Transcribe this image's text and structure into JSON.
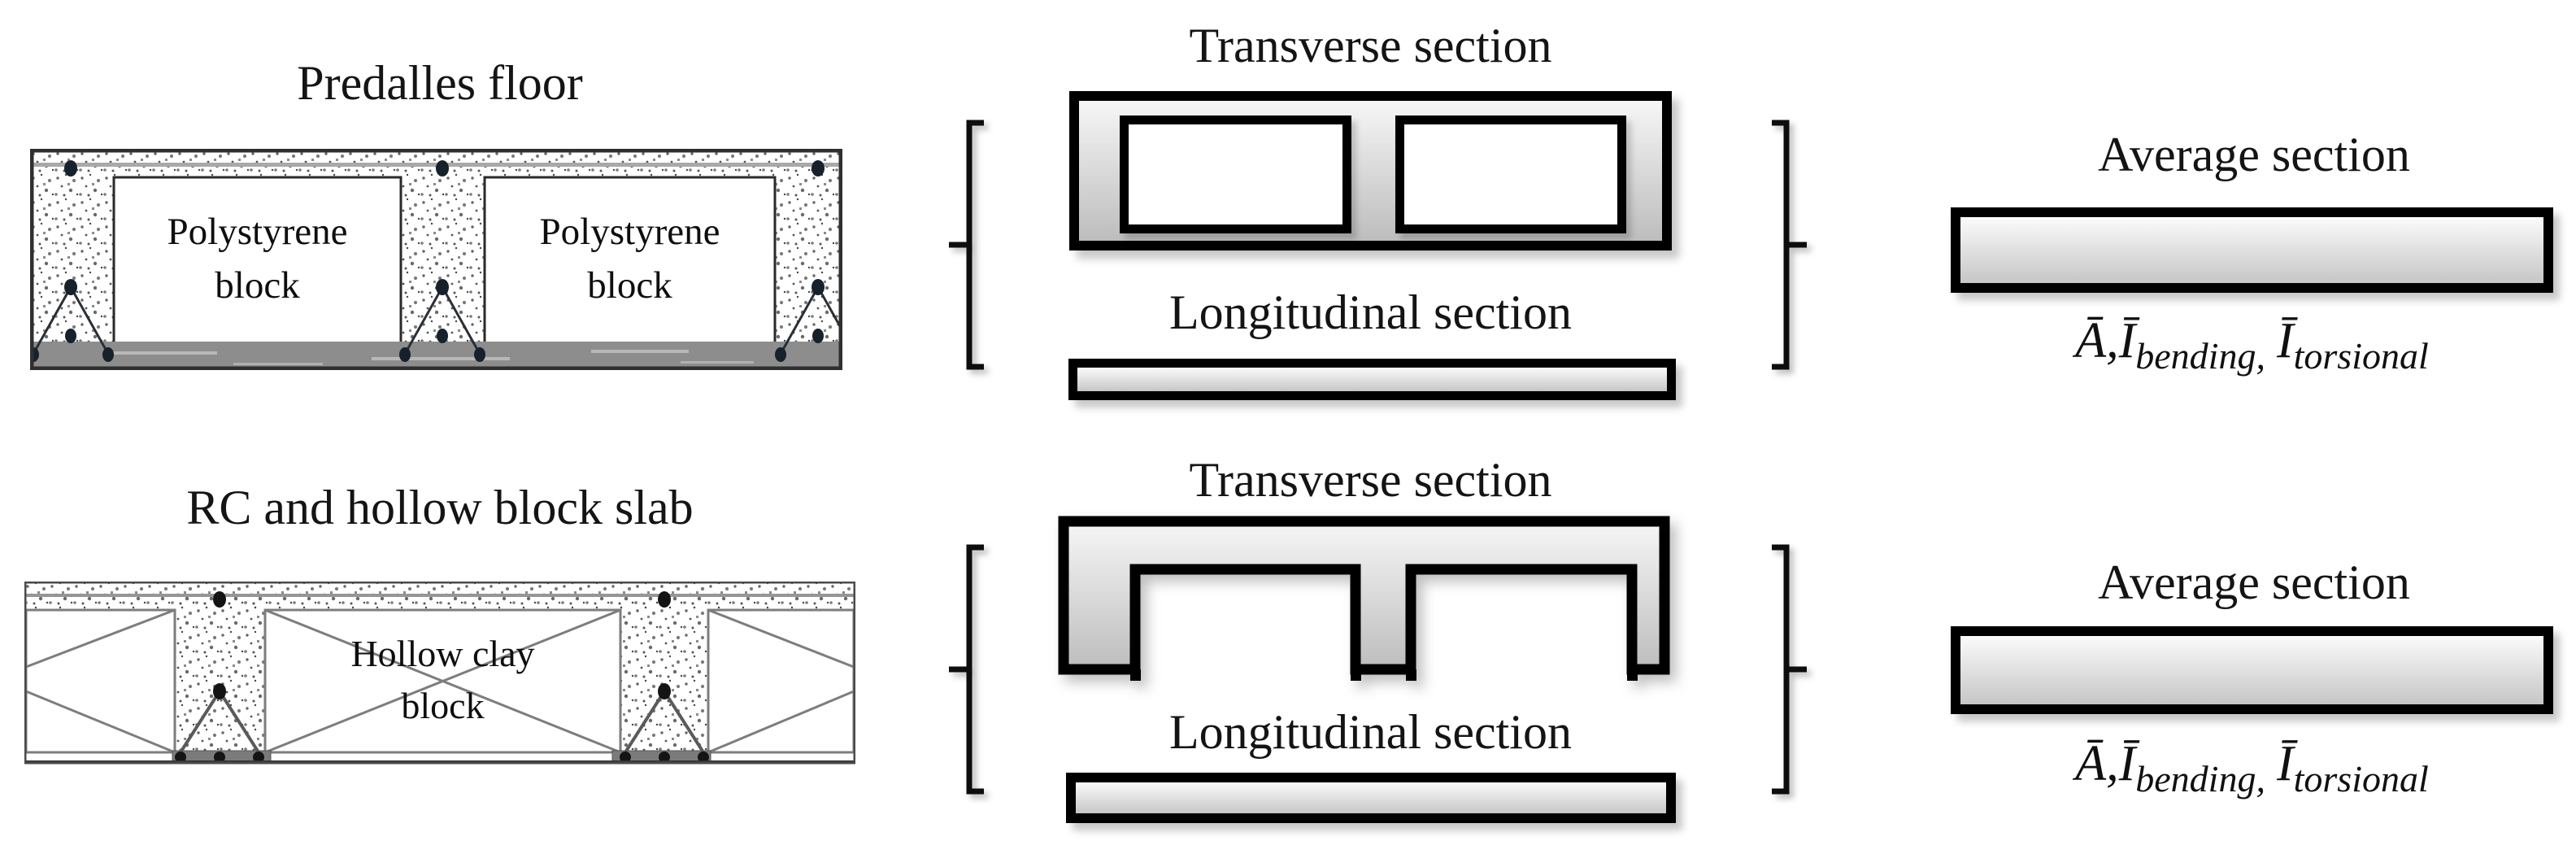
{
  "palette": {
    "ink": "#111111",
    "shape_fill_top": "#f6f6f6",
    "shape_fill_bottom": "#bdbdbd",
    "precast_slab_gray": "#8d8d8d",
    "footing_pad_gray": "#7b7b7b",
    "rebar_line_gray": "#9a9a9a",
    "hollow_block_line_gray": "#7d7d7d"
  },
  "formula": {
    "A_bar": "Ā",
    "comma1": ",",
    "I_bar1": "Ī",
    "sub_bending": "bending,",
    "I_bar2": "Ī",
    "sub_torsional": "torsional"
  },
  "rows": [
    {
      "floor_title": "Predalles floor",
      "block_line1": "Polystyrene",
      "block_line2": "block",
      "transverse_title": "Transverse section",
      "longitudinal_title": "Longitudinal section",
      "average_title": "Average section"
    },
    {
      "floor_title": "RC and hollow block slab",
      "block_line1": "Hollow clay",
      "block_line2": "block",
      "transverse_title": "Transverse section",
      "longitudinal_title": "Longitudinal section",
      "average_title": "Average section"
    }
  ]
}
